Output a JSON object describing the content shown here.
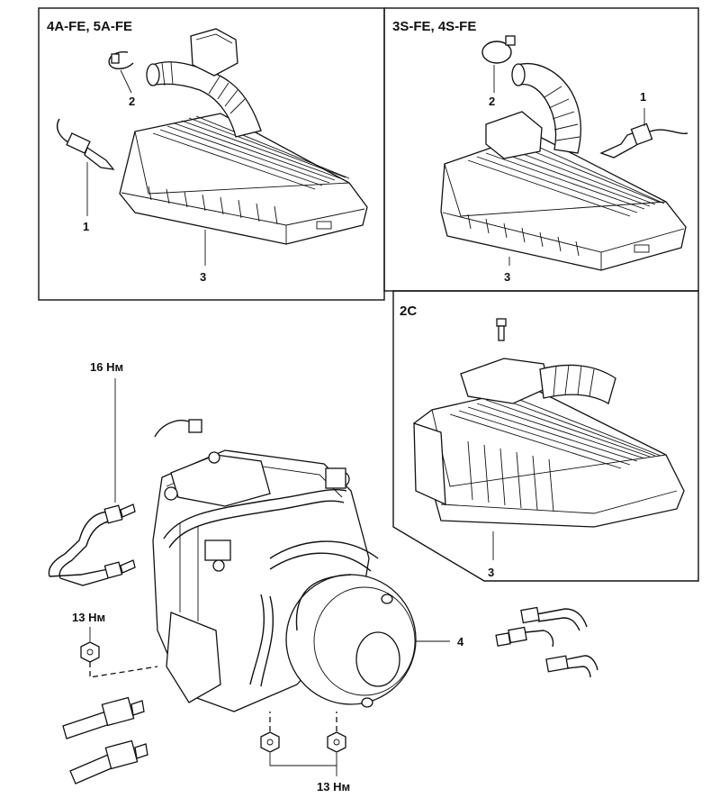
{
  "panels": {
    "top_left": {
      "title": "4A-FE, 5A-FE",
      "callouts": [
        "1",
        "2",
        "3"
      ]
    },
    "top_right": {
      "title": "3S-FE, 4S-FE",
      "callouts": [
        "1",
        "2",
        "3"
      ]
    },
    "middle_right": {
      "title": "2C",
      "callouts": [
        "3"
      ]
    }
  },
  "main": {
    "callout_4": "4",
    "torque_top": "16 Нм",
    "torque_left": "13 Нм",
    "torque_bottom": "13 Нм"
  }
}
